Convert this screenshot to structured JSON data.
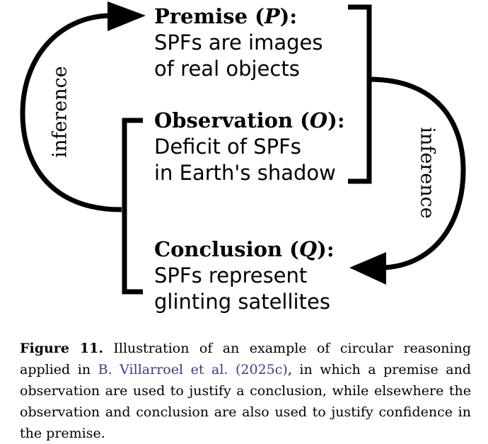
{
  "diagram": {
    "premise": {
      "heading_text": "Premise (",
      "heading_var": "P",
      "heading_close": "):",
      "line1": "SPFs are images",
      "line2": "of real objects"
    },
    "observation": {
      "heading_text": "Observation (",
      "heading_var": "O",
      "heading_close": "):",
      "line1": "Deficit of SPFs",
      "line2": "in Earth's shadow"
    },
    "conclusion": {
      "heading_text": "Conclusion (",
      "heading_var": "Q",
      "heading_close": "):",
      "line1": "SPFs represent",
      "line2": "glinting satellites"
    },
    "left_arrow_label": "inference",
    "right_arrow_label": "inference"
  },
  "caption": {
    "label": "Figure 11.",
    "text_before_cite": "Illustration of an example of circular reasoning applied in",
    "citation": "B. Villarroel et al. (2025c)",
    "text_after_cite": ", in which a premise and observation are used to justify a conclusion, while elsewhere the observation and conclusion are also used to justify confidence in the premise."
  },
  "colors": {
    "ink": "#000000",
    "citation_link": "#3b3b8a"
  }
}
